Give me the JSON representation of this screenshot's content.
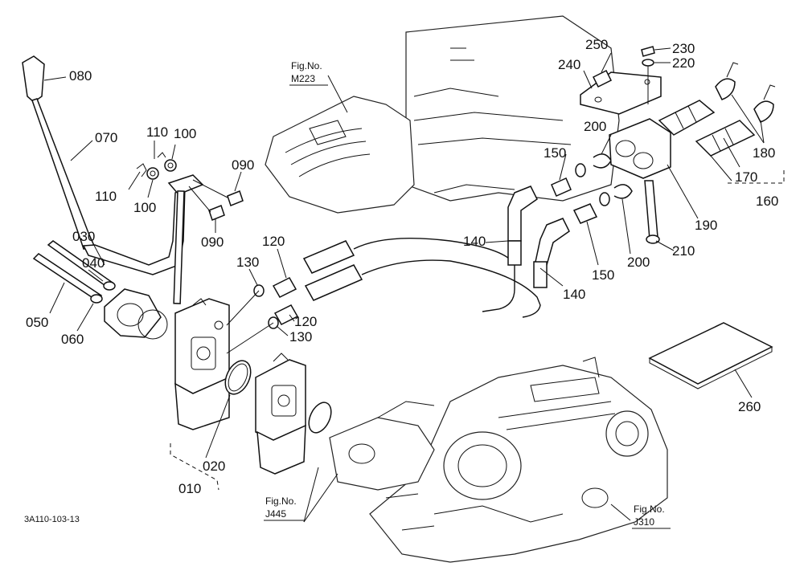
{
  "diagram_code": "3A110-103-13",
  "figure_refs": [
    {
      "id": "m223",
      "line1": "Fig.No.",
      "line2": "M223"
    },
    {
      "id": "j445",
      "line1": "Fig.No.",
      "line2": "J445"
    },
    {
      "id": "j310",
      "line1": "Fig.No.",
      "line2": "J310"
    }
  ],
  "part_labels": {
    "p010": "010",
    "p020": "020",
    "p030": "030",
    "p040": "040",
    "p050": "050",
    "p060": "060",
    "p070": "070",
    "p080": "080",
    "p090a": "090",
    "p090b": "090",
    "p100a": "100",
    "p100b": "100",
    "p110a": "110",
    "p110b": "110",
    "p120a": "120",
    "p120b": "120",
    "p130a": "130",
    "p130b": "130",
    "p140a": "140",
    "p140b": "140",
    "p150a": "150",
    "p150b": "150",
    "p160": "160",
    "p170": "170",
    "p180": "180",
    "p190": "190",
    "p200a": "200",
    "p200b": "200",
    "p210": "210",
    "p220": "220",
    "p230": "230",
    "p240": "240",
    "p250": "250",
    "p260": "260"
  }
}
